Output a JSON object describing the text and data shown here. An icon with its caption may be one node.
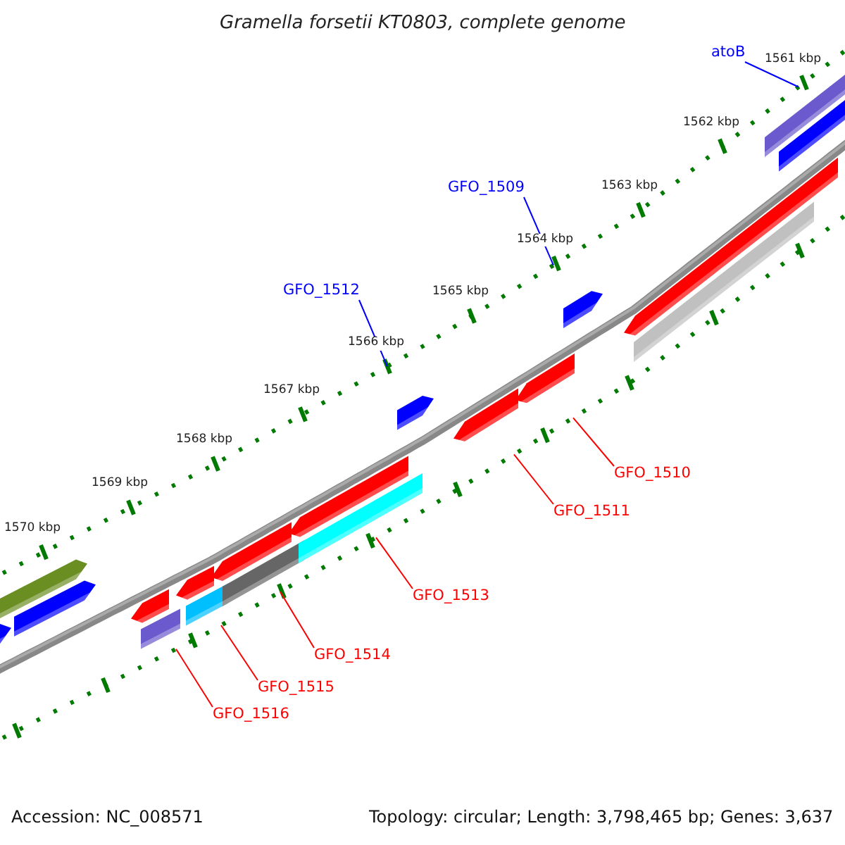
{
  "diagram": {
    "title": "Gramella forsetii KT0803, complete genome",
    "nodes": [
      {
        "text": [
          "atoB"
        ]
      },
      {
        "text": [
          "GFO_1509"
        ]
      },
      {
        "text": [
          "GFO_1512"
        ]
      },
      {
        "text": [
          "GFO_1510"
        ]
      },
      {
        "text": [
          "GFO_1511"
        ]
      },
      {
        "text": [
          "GFO_1513"
        ]
      },
      {
        "text": [
          "GFO_1514"
        ]
      },
      {
        "text": [
          "GFO_1515"
        ]
      },
      {
        "text": [
          "GFO_1516"
        ]
      }
    ],
    "edges": [
      {
        "from": 0,
        "to": null,
        "arrow": "none",
        "color": "#0000ff"
      },
      {
        "from": 1,
        "to": null,
        "arrow": "none",
        "color": "#0000ff"
      },
      {
        "from": 2,
        "to": null,
        "arrow": "none",
        "color": "#0000ff"
      },
      {
        "from": 3,
        "to": null,
        "arrow": "none"
      },
      {
        "from": 4,
        "to": null,
        "arrow": "none"
      },
      {
        "from": 5,
        "to": null,
        "arrow": "none"
      },
      {
        "from": 6,
        "to": null,
        "arrow": "none"
      },
      {
        "from": 7,
        "to": null,
        "arrow": "none"
      },
      {
        "from": 8,
        "to": null,
        "arrow": "none"
      }
    ],
    "labels": [
      "1561 kbp",
      "1562 kbp",
      "1563 kbp",
      "1564 kbp",
      "1565 kbp",
      "1566 kbp",
      "1567 kbp",
      "1568 kbp",
      "1569 kbp",
      "1570 kbp",
      "Accession: NC_008571",
      "Topology: circular; Length: 3,798,465 bp; Genes: 3,637"
    ]
  }
}
